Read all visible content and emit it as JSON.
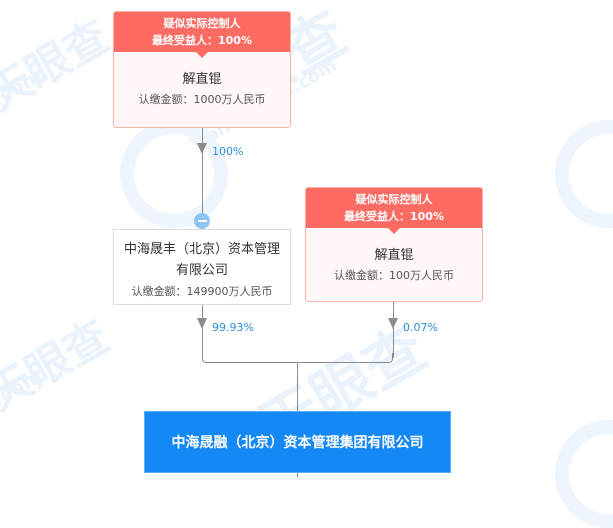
{
  "watermark": {
    "text_cn": "天眼查",
    "text_en": "TianYanCha.com",
    "text_short": ".com"
  },
  "colors": {
    "controller_header": "#fe6b63",
    "controller_bg": "#fff8f6",
    "target_bg": "#1488f4",
    "percent_text": "#2f8fe0",
    "connector": "#8c8c8c"
  },
  "nodes": {
    "top_controller": {
      "header_line1": "疑似实际控制人",
      "header_line2": "最终受益人：100%",
      "name": "解直锟",
      "amount": "认缴金额：1000万人民币"
    },
    "middle_company": {
      "name": "中海晟丰（北京）资本管理有限公司",
      "amount": "认缴金额：149900万人民币"
    },
    "right_controller": {
      "header_line1": "疑似实际控制人",
      "header_line2": "最终受益人：100%",
      "name": "解直锟",
      "amount": "认缴金额：100万人民币"
    },
    "target_company": {
      "name": "中海晟融（北京）资本管理集团有限公司"
    }
  },
  "edges": {
    "top_to_middle": "100%",
    "middle_to_target": "99.93%",
    "right_to_target": "0.07%"
  }
}
